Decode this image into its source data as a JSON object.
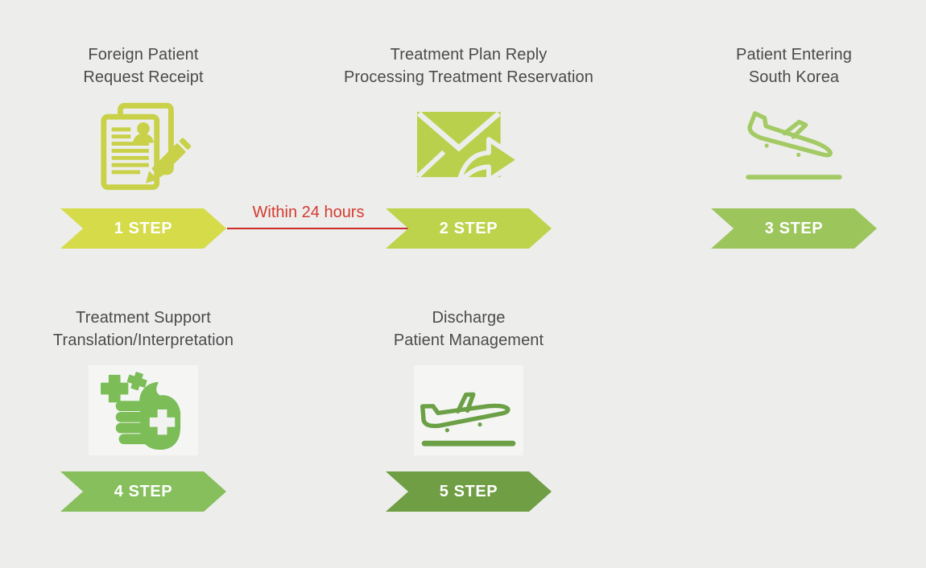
{
  "page": {
    "background": "#edeeec",
    "title_text_color": "#4a4a4a"
  },
  "steps": [
    {
      "title_line1": "Foreign Patient",
      "title_line2": "Request Receipt",
      "banner_label": "1 STEP",
      "banner_color": "#d6db49",
      "icon": "document-pen-icon",
      "icon_color": "#c9d148"
    },
    {
      "title_line1": "Treatment Plan Reply",
      "title_line2": "Processing Treatment Reservation",
      "banner_label": "2 STEP",
      "banner_color": "#bdd34c",
      "icon": "envelope-forward-icon",
      "icon_color": "#b8d04b"
    },
    {
      "title_line1": "Patient Entering",
      "title_line2": "South Korea",
      "banner_label": "3 STEP",
      "banner_color": "#9cc55c",
      "icon": "plane-landing-icon",
      "icon_color": "#a3ca64"
    },
    {
      "title_line1": "Treatment Support",
      "title_line2": "Translation/Interpretation",
      "banner_label": "4 STEP",
      "banner_color": "#86bf5c",
      "icon": "hand-medical-icon",
      "icon_color": "#7cbd58"
    },
    {
      "title_line1": "Discharge",
      "title_line2": "Patient Management",
      "banner_label": "5 STEP",
      "banner_color": "#6f9e44",
      "icon": "plane-takeoff-icon",
      "icon_color": "#6ba046"
    }
  ],
  "connector": {
    "label": "Within 24 hours",
    "text_color": "#d43a30",
    "line_color": "#cc2d28"
  }
}
